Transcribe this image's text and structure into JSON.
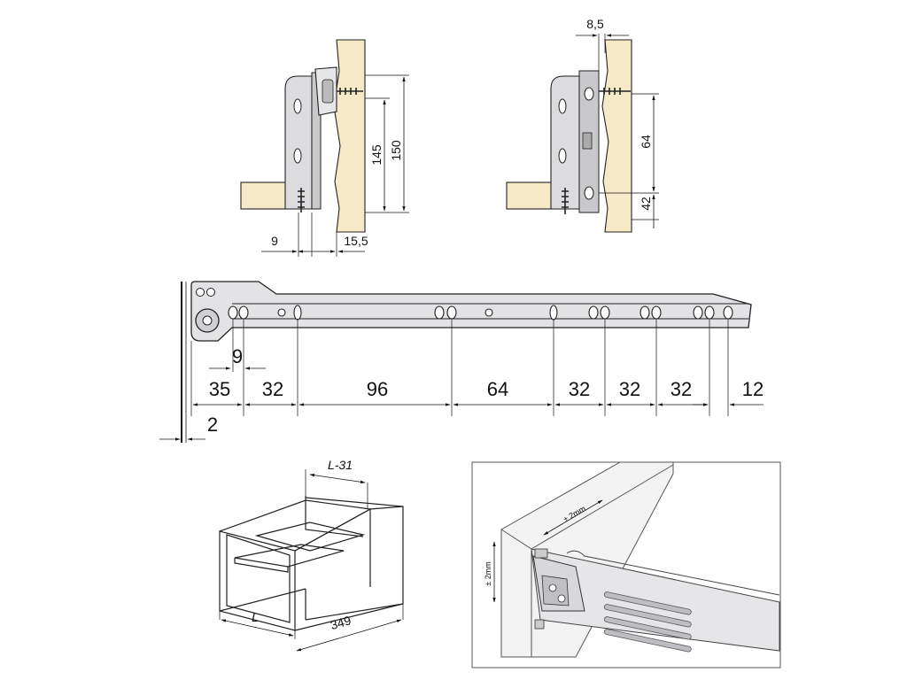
{
  "detail_bracket_a": {
    "dim_9": "9",
    "dim_15_5": "15,5",
    "dim_145": "145",
    "dim_150": "150"
  },
  "detail_bracket_b": {
    "dim_8_5": "8,5",
    "dim_64": "64",
    "dim_42": "42"
  },
  "rail": {
    "dim_9": "9",
    "dim_2": "2",
    "spacings": [
      "35",
      "32",
      "96",
      "64",
      "32",
      "32",
      "32",
      "12"
    ]
  },
  "drawer_box": {
    "dim_L_minus_31": "L-31",
    "dim_L": "L",
    "dim_349": "349"
  },
  "adjust_detail": {
    "dim_h": "± 2mm",
    "dim_v": "± 2mm"
  },
  "colors": {
    "wood": "#f6e9c7",
    "metal": "#d9d9dc",
    "line": "#111111"
  }
}
